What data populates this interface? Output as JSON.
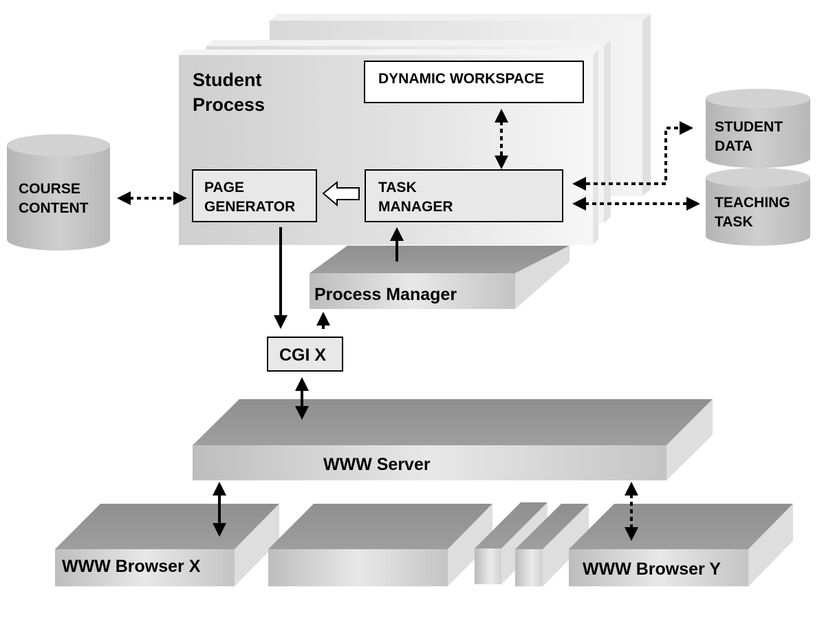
{
  "student_process": {
    "line1": "Student",
    "line2": "Process"
  },
  "dynamic_workspace": "DYNAMIC WORKSPACE",
  "page_generator": {
    "line1": "PAGE",
    "line2": "GENERATOR"
  },
  "task_manager": {
    "line1": "TASK",
    "line2": "MANAGER"
  },
  "course_content": {
    "line1": "COURSE",
    "line2": "CONTENT"
  },
  "student_data": {
    "line1": "STUDENT",
    "line2": "DATA"
  },
  "teaching_task": {
    "line1": "TEACHING",
    "line2": "TASK"
  },
  "process_manager": "Process Manager",
  "cgi": "CGI X",
  "www_server": "WWW Server",
  "browser_x": "WWW Browser X",
  "browser_y": "WWW Browser Y",
  "colors": {
    "slab_top": "#999999",
    "slab_side": "#c8c8c8",
    "panel": "#d4d4d4",
    "box_fill": "#e6e6e6",
    "line": "#000000"
  }
}
